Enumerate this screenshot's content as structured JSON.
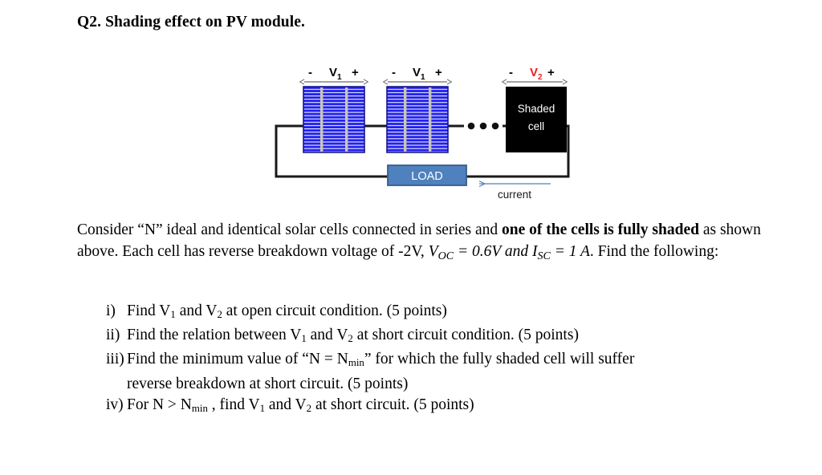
{
  "title": "Q2. Shading effect on PV module.",
  "diagram": {
    "cell_labels": [
      {
        "minus": "-",
        "v": "V",
        "sub": "1",
        "plus": "+",
        "color": "#000000"
      },
      {
        "minus": "-",
        "v": "V",
        "sub": "1",
        "plus": "+",
        "color": "#000000"
      },
      {
        "minus": "-",
        "v": "V",
        "sub": "2",
        "plus": "+",
        "color": "#ee1c25"
      }
    ],
    "shaded_cell": {
      "line1": "Shaded",
      "line2": "cell"
    },
    "load_label": "LOAD",
    "current_label": "current",
    "ellipsis": "• • •",
    "colors": {
      "cell_blue": "#2222ee",
      "cell_finger": "#ffffff",
      "cell_busbar": "#c9c6b8",
      "shaded_fill": "#000000",
      "load_fill": "#4e81bd",
      "load_border": "#385d8a",
      "wire": "#1a1a1a",
      "current_arrow": "#4f81bd",
      "v2_red": "#ee1c25"
    }
  },
  "paragraph": {
    "p1": "Consider “N” ideal and identical solar cells connected in series and ",
    "p1_bold": "one of the cells is fully shaded",
    "p2": " as shown above. Each cell has reverse breakdown voltage of -2V, ",
    "math_voc_v": "V",
    "math_voc_sub": "OC",
    "math_eq1": " = 0.6V and ",
    "math_isc_v": "I",
    "math_isc_sub": "SC",
    "math_eq2": " = 1 A",
    "p3": ".  Find the following:"
  },
  "questions": [
    {
      "marker": "i)",
      "lines": [
        {
          "pre": "Find V",
          "sub1": "1",
          "mid": " and V",
          "sub2": "2",
          "post": " at open circuit condition. (5 points)"
        }
      ]
    },
    {
      "marker": "ii)",
      "lines": [
        {
          "pre": "Find the relation between V",
          "sub1": "1",
          "mid": " and V",
          "sub2": "2",
          "post": " at short circuit condition. (5 points)"
        }
      ]
    },
    {
      "marker": "iii)",
      "lines": [
        {
          "pre": "Find the minimum value of “N =  N",
          "sub1": "min",
          "mid": "” for which the fully shaded cell will suffer",
          "sub2": "",
          "post": ""
        },
        {
          "pre": "reverse breakdown at short circuit. (5 points)",
          "sub1": "",
          "mid": "",
          "sub2": "",
          "post": ""
        }
      ]
    },
    {
      "marker": "iv)",
      "lines": [
        {
          "pre": "For N > N",
          "sub1": "min",
          "mid": " , find V",
          "sub2": "1",
          "post": " and V",
          "sub3": "2",
          "tail": " at short circuit. (5 points)"
        }
      ]
    }
  ]
}
